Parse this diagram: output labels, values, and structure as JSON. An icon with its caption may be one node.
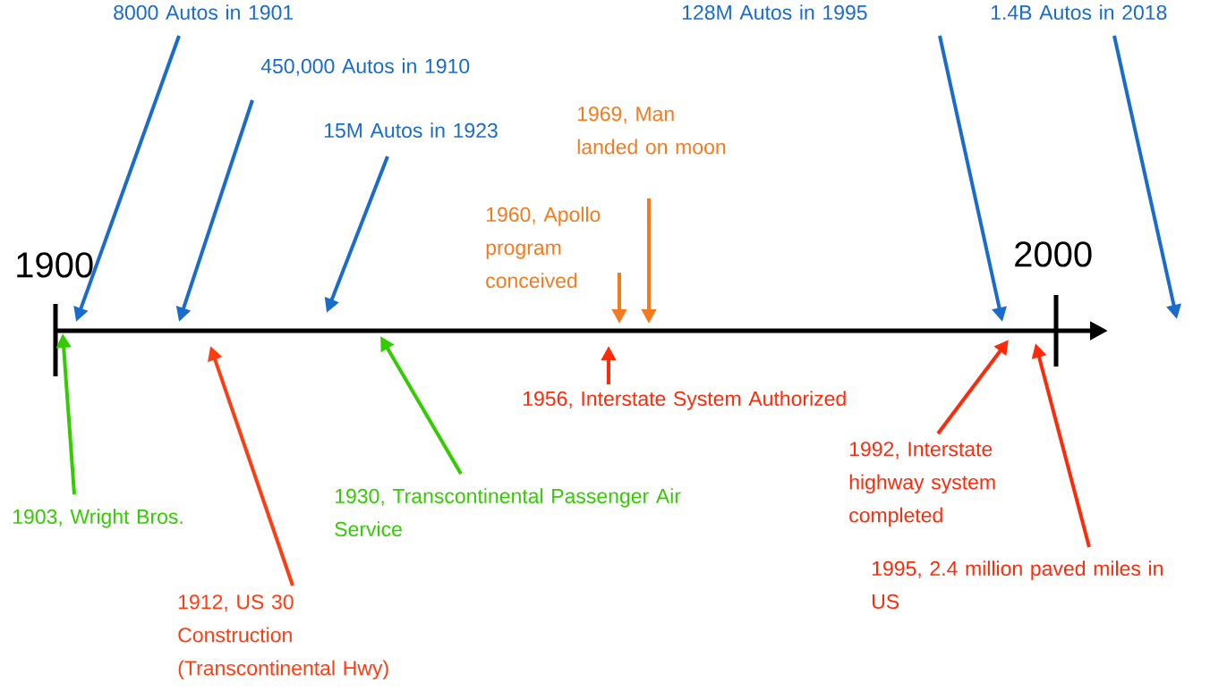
{
  "diagram": {
    "nodes": [
      {
        "text": [
          "8000 Autos in 1901"
        ]
      },
      {
        "text": [
          "450,000 Autos in 1910"
        ]
      },
      {
        "text": [
          "15M Autos in 1923"
        ]
      },
      {
        "text": [
          "1969, Man landed on moon"
        ]
      },
      {
        "text": [
          "1960, Apollo program conceived"
        ]
      },
      {
        "text": [
          "128M Autos in 1995"
        ]
      },
      {
        "text": [
          "1.4B Autos in 2018"
        ]
      },
      {
        "text": [
          "1903, Wright Bros."
        ]
      },
      {
        "text": [
          "1912, US 30 Construction (Transcontinental Hwy)"
        ]
      },
      {
        "text": [
          "1930, Transcontinental Passenger Air Service"
        ]
      },
      {
        "text": [
          "1956, Interstate System Authorized"
        ]
      },
      {
        "text": [
          "1992, Interstate highway system completed"
        ]
      },
      {
        "text": [
          "1995, 2.4 million paved miles in US"
        ]
      }
    ],
    "edges": [
      {
        "from": 0,
        "to": null,
        "arrow": "to"
      },
      {
        "from": 1,
        "to": null,
        "arrow": "to"
      },
      {
        "from": 2,
        "to": null,
        "arrow": "to"
      },
      {
        "from": 3,
        "to": null,
        "arrow": "to",
        "color": "#f57a1e"
      },
      {
        "from": 4,
        "to": null,
        "arrow": "to",
        "color": "#f57a1e"
      },
      {
        "from": 5,
        "to": null,
        "arrow": "to"
      },
      {
        "from": 6,
        "to": null,
        "arrow": "to"
      },
      {
        "from": 7,
        "to": null,
        "arrow": "to",
        "color": "#33cc00"
      },
      {
        "from": 8,
        "to": null,
        "arrow": "to",
        "color": "#ff3d12"
      },
      {
        "from": 9,
        "to": null,
        "arrow": "to",
        "color": "#33cc00"
      },
      {
        "from": 10,
        "to": null,
        "arrow": "to",
        "color": "#ff2a0a"
      },
      {
        "from": 11,
        "to": null,
        "arrow": "to",
        "color": "#ff2a0a"
      },
      {
        "from": 12,
        "to": null,
        "arrow": "to",
        "color": "#ff2a0a"
      }
    ],
    "labels": [
      "1900",
      "2000"
    ]
  }
}
